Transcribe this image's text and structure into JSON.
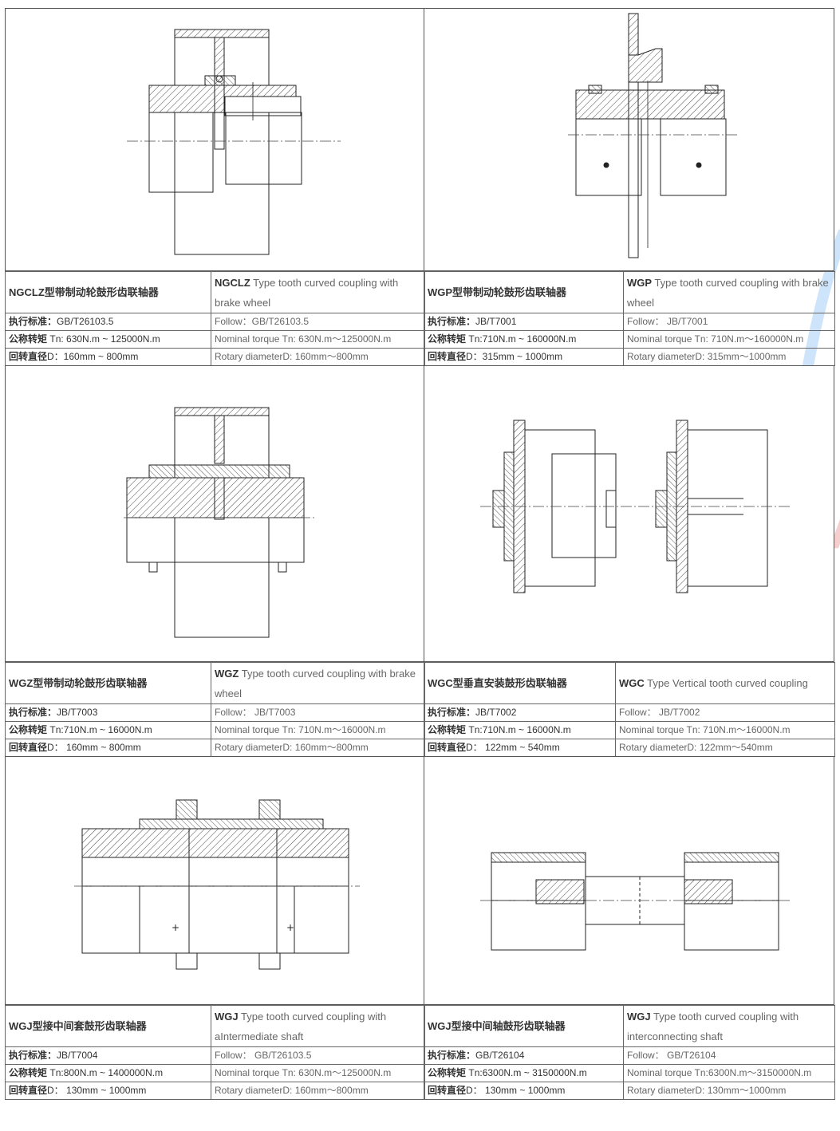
{
  "products": [
    {
      "name_zh": "NGCLZ型带制动轮鼓形齿联轴器",
      "model": "NGCLZ",
      "name_en": "Type tooth curved coupling with brake wheel",
      "std_label_zh": "执行标准：",
      "std_value_zh": "GB/T26103.5",
      "std_en": "Follow：GB/T26103.5",
      "torque_label_zh": "公称转矩",
      "torque_value_zh": "Tn: 630N.m ~ 125000N.m",
      "torque_en": "Nominal torque Tn: 630N.m～125000N.m",
      "dia_label_zh": "回转直径",
      "dia_value_zh": "D：160mm ~ 800mm",
      "dia_en": "Rotary diameterD: 160mm～800mm"
    },
    {
      "name_zh": "WGP型带制动轮鼓形齿联轴器",
      "model": "WGP",
      "name_en": "Type tooth curved coupling with brake wheel",
      "std_label_zh": "执行标准：",
      "std_value_zh": "JB/T7001",
      "std_en": "Follow： JB/T7001",
      "torque_label_zh": "公称转矩",
      "torque_value_zh": "Tn:710N.m ~ 160000N.m",
      "torque_en": "Nominal torque Tn: 710N.m～160000N.m",
      "dia_label_zh": "回转直径",
      "dia_value_zh": "D：315mm ~ 1000mm",
      "dia_en": "Rotary diameterD: 315mm～1000mm"
    },
    {
      "name_zh": "WGZ型带制动轮鼓形齿联轴器",
      "model": "WGZ",
      "name_en": "Type tooth curved coupling with brake wheel",
      "std_label_zh": "执行标准：",
      "std_value_zh": "JB/T7003",
      "std_en": "Follow： JB/T7003",
      "torque_label_zh": "公称转矩",
      "torque_value_zh": "Tn:710N.m ~ 16000N.m",
      "torque_en": "Nominal torque Tn: 710N.m～16000N.m",
      "dia_label_zh": "回转直径",
      "dia_value_zh": "D： 160mm ~ 800mm",
      "dia_en": "Rotary diameterD: 160mm～800mm"
    },
    {
      "name_zh": "WGC型垂直安装鼓形齿联轴器",
      "model": "WGC",
      "name_en": "Type Vertical tooth curved coupling",
      "std_label_zh": "执行标准：",
      "std_value_zh": "JB/T7002",
      "std_en": "Follow： JB/T7002",
      "torque_label_zh": "公称转矩",
      "torque_value_zh": "Tn:710N.m ~ 16000N.m",
      "torque_en": "Nominal torque Tn: 710N.m～16000N.m",
      "dia_label_zh": "回转直径",
      "dia_value_zh": "D： 122mm ~ 540mm",
      "dia_en": "Rotary diameterD: 122mm～540mm"
    },
    {
      "name_zh": "WGJ型接中间套鼓形齿联轴器",
      "model": "WGJ",
      "name_en": "Type tooth curved coupling with aIntermediate shaft",
      "std_label_zh": "执行标准：",
      "std_value_zh": "JB/T7004",
      "std_en": "Follow： GB/T26103.5",
      "torque_label_zh": "公称转矩",
      "torque_value_zh": "Tn:800N.m ~ 1400000N.m",
      "torque_en": "Nominal torque Tn: 630N.m～125000N.m",
      "dia_label_zh": "回转直径",
      "dia_value_zh": "D： 130mm ~ 1000mm",
      "dia_en": "Rotary diameterD: 160mm～800mm"
    },
    {
      "name_zh": "WGJ型接中间轴鼓形齿联轴器",
      "model": "WGJ",
      "name_en": "Type tooth curved coupling with interconnecting shaft",
      "std_label_zh": "执行标准：",
      "std_value_zh": "GB/T26104",
      "std_en": "Follow： GB/T26104",
      "torque_label_zh": "公称转矩",
      "torque_value_zh": "Tn:6300N.m ~ 3150000N.m",
      "torque_en": "Nominal torque Tn:6300N.m～3150000N.m",
      "dia_label_zh": "回转直径",
      "dia_value_zh": "D： 130mm ~ 1000mm",
      "dia_en": "Rotary diameterD: 130mm～1000mm"
    }
  ],
  "watermark": {
    "letters": "TA",
    "color": "#f3b3b3",
    "arc_color": "#9ec8f5"
  }
}
